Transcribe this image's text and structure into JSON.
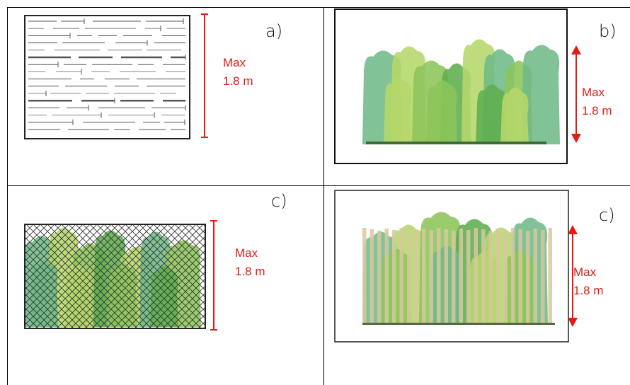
{
  "panels": [
    {
      "id": "a",
      "label": "a)",
      "dimension": [
        "Max",
        "1.8 m"
      ]
    },
    {
      "id": "b",
      "label": "b)",
      "dimension": [
        "Max",
        "1.8 m"
      ]
    },
    {
      "id": "c1",
      "label": "c)",
      "dimension": [
        "Max",
        "1.8 m"
      ]
    },
    {
      "id": "c2",
      "label": "c)",
      "dimension": [
        "Max",
        "1.8 m"
      ]
    }
  ],
  "colors": {
    "dimension": "#e31b14",
    "hedge_light": "#b5d76a",
    "hedge_mid": "#8cc55a",
    "hedge_dark": "#5fae4f",
    "hedge_teal": "#6fb987",
    "slat": "#d8c7a0"
  }
}
